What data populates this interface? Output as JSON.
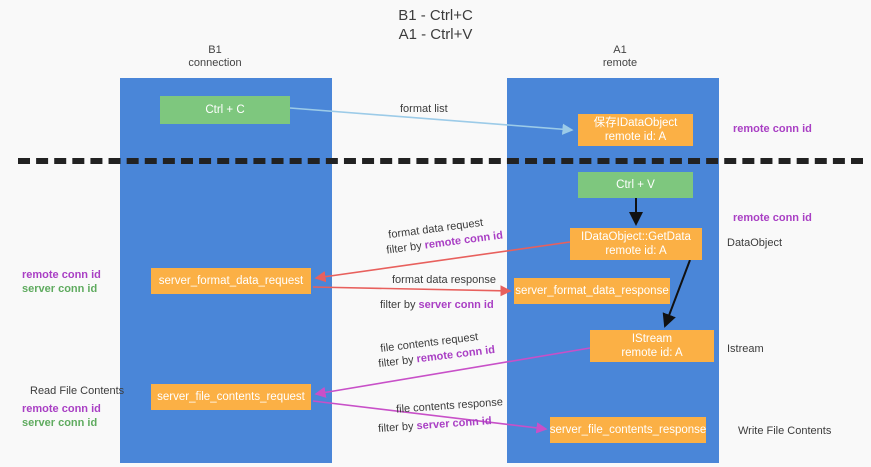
{
  "title": {
    "line1": "B1 - Ctrl+C",
    "line2": "A1 - Ctrl+V"
  },
  "columns": {
    "left": {
      "name": "B1",
      "role": "connection"
    },
    "right": {
      "name": "A1",
      "role": "remote"
    }
  },
  "colors": {
    "lane": "#4a86d8",
    "node_green": "#7ec77e",
    "node_orange": "#fbb045",
    "remote_conn_id": "#a93fc4",
    "server_conn_id": "#5fab5f",
    "arrow_blue": "#9ccbe8",
    "arrow_red": "#e8605d",
    "arrow_magenta": "#c850c8",
    "arrow_black": "#111111",
    "divider": "#222222",
    "background": "#f9f9f9"
  },
  "nodes": {
    "ctrl_c": {
      "label": "Ctrl + C",
      "sub": ""
    },
    "save_idataobject": {
      "label": "保存IDataObject",
      "sub": "remote id: A"
    },
    "ctrl_v": {
      "label": "Ctrl + V",
      "sub": ""
    },
    "getdata": {
      "label": "IDataObject::GetData",
      "sub": "remote id: A"
    },
    "server_format_data_request": {
      "label": "server_format_data_request",
      "sub": ""
    },
    "server_format_data_response": {
      "label": "server_format_data_response",
      "sub": ""
    },
    "istream": {
      "label": "IStream",
      "sub": "remote id: A"
    },
    "server_file_contents_request": {
      "label": "server_file_contents_request",
      "sub": ""
    },
    "server_file_contents_response": {
      "label": "server_file_contents_response",
      "sub": ""
    }
  },
  "annotations": {
    "right": [
      {
        "text": "remote conn id",
        "style": "remote"
      },
      {
        "text": "remote conn id",
        "style": "remote"
      },
      {
        "text": "DataObject",
        "style": "plain"
      },
      {
        "text": "Istream",
        "style": "plain"
      },
      {
        "text": "Write File Contents",
        "style": "plain"
      }
    ],
    "left": [
      {
        "text": "remote conn id",
        "style": "remote"
      },
      {
        "text": "server conn id",
        "style": "server"
      },
      {
        "text": "Read File Contents",
        "style": "plain"
      },
      {
        "text": "remote conn id",
        "style": "remote"
      },
      {
        "text": "server conn id",
        "style": "server"
      }
    ]
  },
  "edges": {
    "format_list": "format list",
    "format_data_request": "format data request",
    "format_data_request_filter_prefix": "filter by ",
    "format_data_request_filter_key": "remote conn id",
    "format_data_response": "format data response",
    "format_data_response_filter_prefix": "filter by ",
    "format_data_response_filter_key": "server conn id",
    "file_contents_request": "file contents request",
    "file_contents_request_filter_prefix": "filter by ",
    "file_contents_request_filter_key": "remote conn id",
    "file_contents_response": "file contents response",
    "file_contents_response_filter_prefix": "filter by ",
    "file_contents_response_filter_key": "server conn id"
  }
}
